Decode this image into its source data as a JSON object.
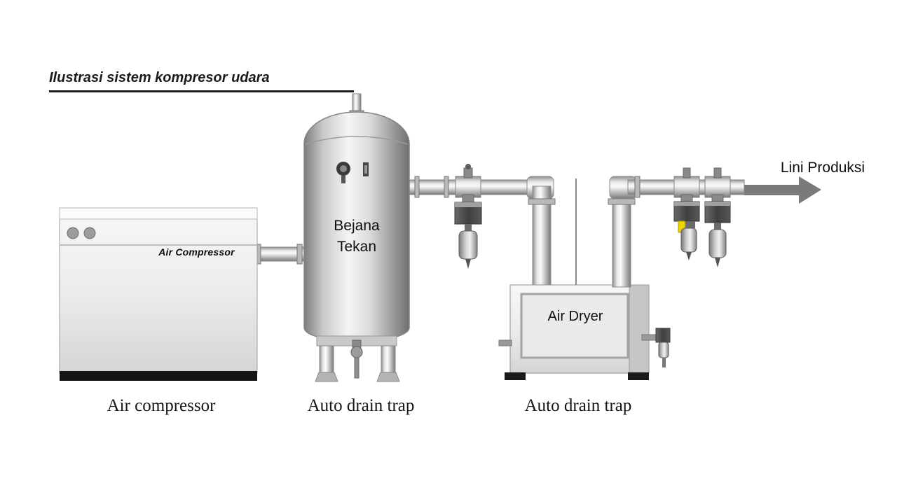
{
  "title": "Ilustrasi sistem kompresor udara",
  "labels": {
    "compressor_nameplate": "Air Compressor",
    "tank": "Bejana Tekan",
    "dryer": "Air Dryer",
    "output_line": "Lini Produksi"
  },
  "captions": {
    "compressor": "Air compressor",
    "tank_drain": "Auto drain trap",
    "dryer_drain": "Auto drain trap"
  },
  "colors": {
    "arrow": "#7a7a7a",
    "indicator": "#f0d400",
    "text": "#111111",
    "background": "#ffffff"
  }
}
